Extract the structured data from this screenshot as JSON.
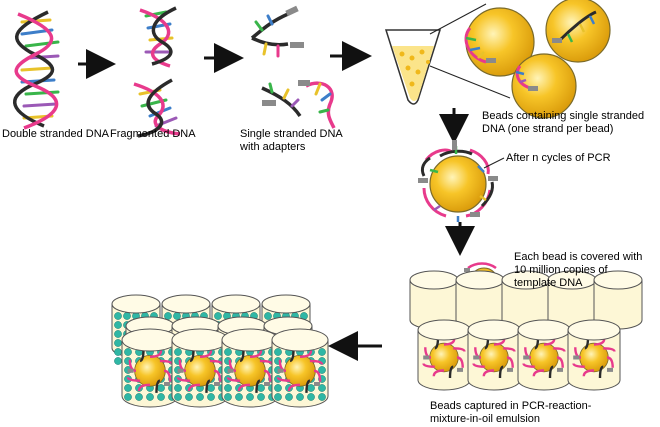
{
  "labels": {
    "double_stranded": "Double stranded DNA",
    "fragmented": "Fragmented DNA",
    "single_stranded_line1": "Single stranded DNA",
    "single_stranded_line2": "with adapters",
    "beads_line1": "Beads containing single stranded",
    "beads_line2": "DNA (one strand per bead)",
    "pcr_cycles": "After n cycles of PCR",
    "each_bead_line1": "Each bead is covered with",
    "each_bead_line2": "10 million copies of",
    "each_bead_line3": "template DNA",
    "captured_line1": "Beads captured in PCR-reaction-",
    "captured_line2": "mixture-in-oil emulsion"
  },
  "colors": {
    "strand_pink": "#e83a8c",
    "strand_dark": "#2b2b2b",
    "bead_yellow": "#f7c528",
    "bead_edge": "#7a6a2a",
    "cylinder_fill": "#fdf7d6",
    "cylinder_edge": "#555555",
    "teal_bead": "#2fb7a5",
    "adapter_gray": "#8a8a8a"
  },
  "icons": [
    "arrow-right-icon",
    "arrow-down-icon",
    "arrow-left-icon",
    "tube-icon",
    "bead-icon",
    "cylinder-well-icon"
  ]
}
